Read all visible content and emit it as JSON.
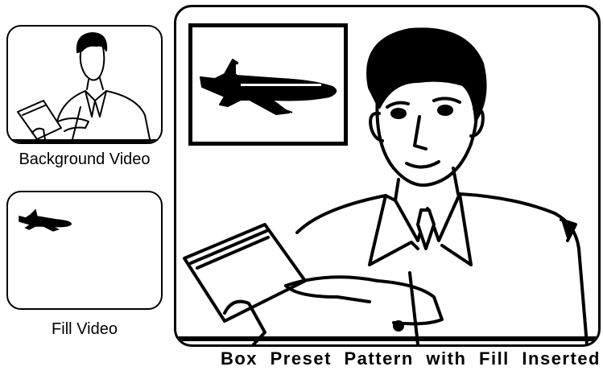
{
  "panels": {
    "background": {
      "label": "Background Video",
      "image": "person-holding-papers"
    },
    "fill": {
      "label": "Fill Video",
      "image": "airplane"
    },
    "result": {
      "label": "Box Preset Pattern with Fill Inserted",
      "image": "person-holding-papers-with-airplane-box-inset"
    }
  },
  "colors": {
    "line": "#000000",
    "background": "#ffffff"
  }
}
